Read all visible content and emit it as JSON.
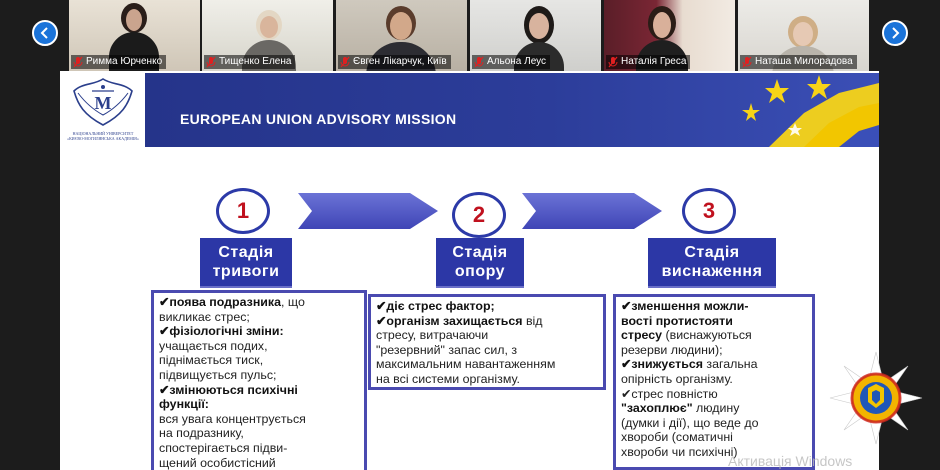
{
  "strip": {
    "prev_icon": "chevron-left-icon",
    "next_icon": "chevron-right-icon",
    "participants": [
      {
        "name": "Римма Юрченко",
        "muted": true
      },
      {
        "name": "Тищенко Елена",
        "muted": true
      },
      {
        "name": "Євген Лікарчук, Київ",
        "muted": true
      },
      {
        "name": "Альона Леус",
        "muted": true
      },
      {
        "name": "Наталія Греса",
        "muted": true
      },
      {
        "name": "Наташа Милорадова",
        "muted": true
      }
    ]
  },
  "slide": {
    "logo_text": "НАЦІОНАЛЬНИЙ УНІВЕРСИТЕТ «КИЄВО-МОГИЛЯНСЬКА АКАДЕМІЯ»",
    "banner_title": "EUROPEAN UNION ADVISORY MISSION",
    "stages": [
      {
        "number": "1",
        "title_line1": "Стадія",
        "title_line2": "тривоги",
        "text": [
          {
            "bold": "✔поява подразника",
            "normal": ", що"
          },
          {
            "bold": "",
            "normal": "викликає стрес;"
          },
          {
            "bold": "✔фізіологічні зміни:",
            "normal": ""
          },
          {
            "bold": "",
            "normal": "учащається подих,"
          },
          {
            "bold": "",
            "normal": "піднімається тиск,"
          },
          {
            "bold": "",
            "normal": "підвищується пульс;"
          },
          {
            "bold": "✔змінюються психічні",
            "normal": ""
          },
          {
            "bold": "функції:",
            "normal": ""
          },
          {
            "bold": "",
            "normal": "вся увага концентрується"
          },
          {
            "bold": "",
            "normal": "на подразнику,"
          },
          {
            "bold": "",
            "normal": "спостерігається підви-"
          },
          {
            "bold": "",
            "normal": "щений особистісний"
          }
        ]
      },
      {
        "number": "2",
        "title_line1": "Стадія",
        "title_line2": "опору",
        "text": [
          {
            "bold": "✔діє стрес фактор;",
            "normal": ""
          },
          {
            "bold": "✔організм захищається",
            "normal": " від"
          },
          {
            "bold": "",
            "normal": "стресу, витрачаючи"
          },
          {
            "bold": "",
            "normal": "\"резервний\" запас сил, з"
          },
          {
            "bold": "",
            "normal": "максимальним навантаженням"
          },
          {
            "bold": "",
            "normal": "на всі системи організму."
          }
        ]
      },
      {
        "number": "3",
        "title_line1": "Стадія",
        "title_line2": "виснаження",
        "text": [
          {
            "bold": "✔зменшення можли-",
            "normal": ""
          },
          {
            "bold": "вості протистояти",
            "normal": ""
          },
          {
            "bold": "стресу",
            "normal": " (виснажуються"
          },
          {
            "bold": "",
            "normal": "резерви людини);"
          },
          {
            "bold": "✔знижується",
            "normal": " загальна"
          },
          {
            "bold": "",
            "normal": "опірність організму."
          },
          {
            "bold": "",
            "normal": "✔стрес повністю"
          },
          {
            "bold": "\"захоплює\"",
            "normal": " людину"
          },
          {
            "bold": "",
            "normal": "(думки і дії), що веде до"
          },
          {
            "bold": "",
            "normal": "хвороби (соматичні"
          },
          {
            "bold": "",
            "normal": "хвороби чи психічні)"
          }
        ]
      }
    ]
  },
  "watermark": "Активація Windows",
  "colors": {
    "banner": "#2c3d9a",
    "stage": "#2c37a6",
    "number": "#c0111e",
    "eu_yellow": "#f7d417",
    "zoom_blue": "#1a73d9"
  }
}
